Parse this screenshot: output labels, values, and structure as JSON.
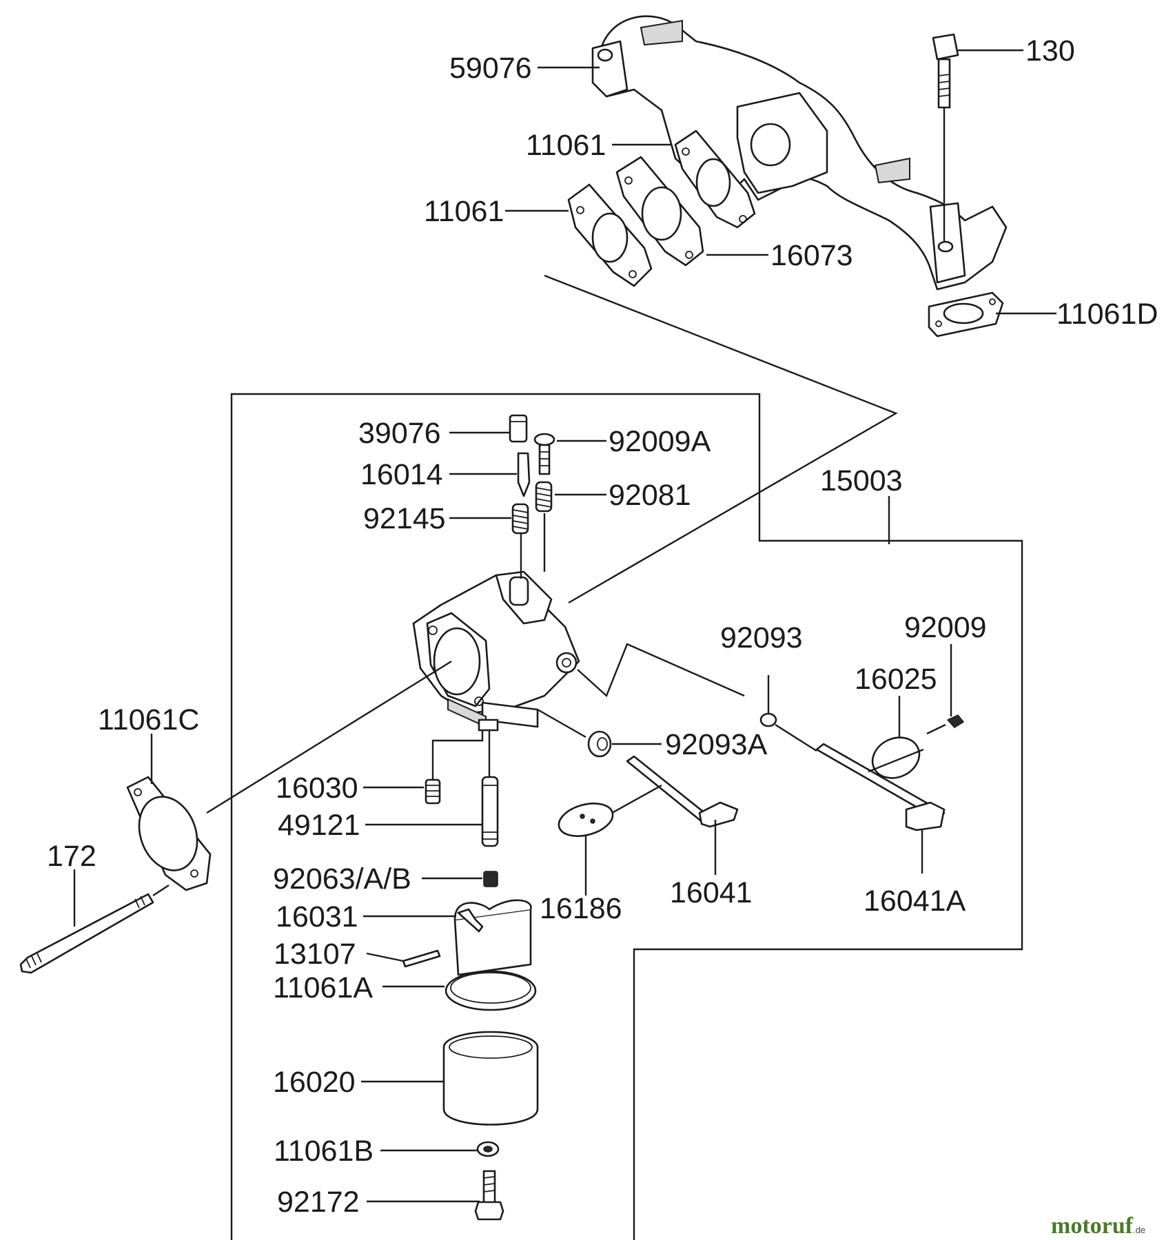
{
  "diagram": {
    "part_labels": [
      "59076",
      "130",
      "11061",
      "11061",
      "16073",
      "11061D",
      "39076",
      "92009A",
      "16014",
      "92081",
      "92145",
      "15003",
      "92093",
      "92009",
      "16025",
      "11061C",
      "92093A",
      "16030",
      "49121",
      "172",
      "92063/A/B",
      "16186",
      "16041",
      "16041A",
      "16031",
      "13107",
      "11061A",
      "16020",
      "11061B",
      "92172"
    ]
  },
  "watermark": {
    "brand": "motoruf",
    "suffix": ".de"
  }
}
